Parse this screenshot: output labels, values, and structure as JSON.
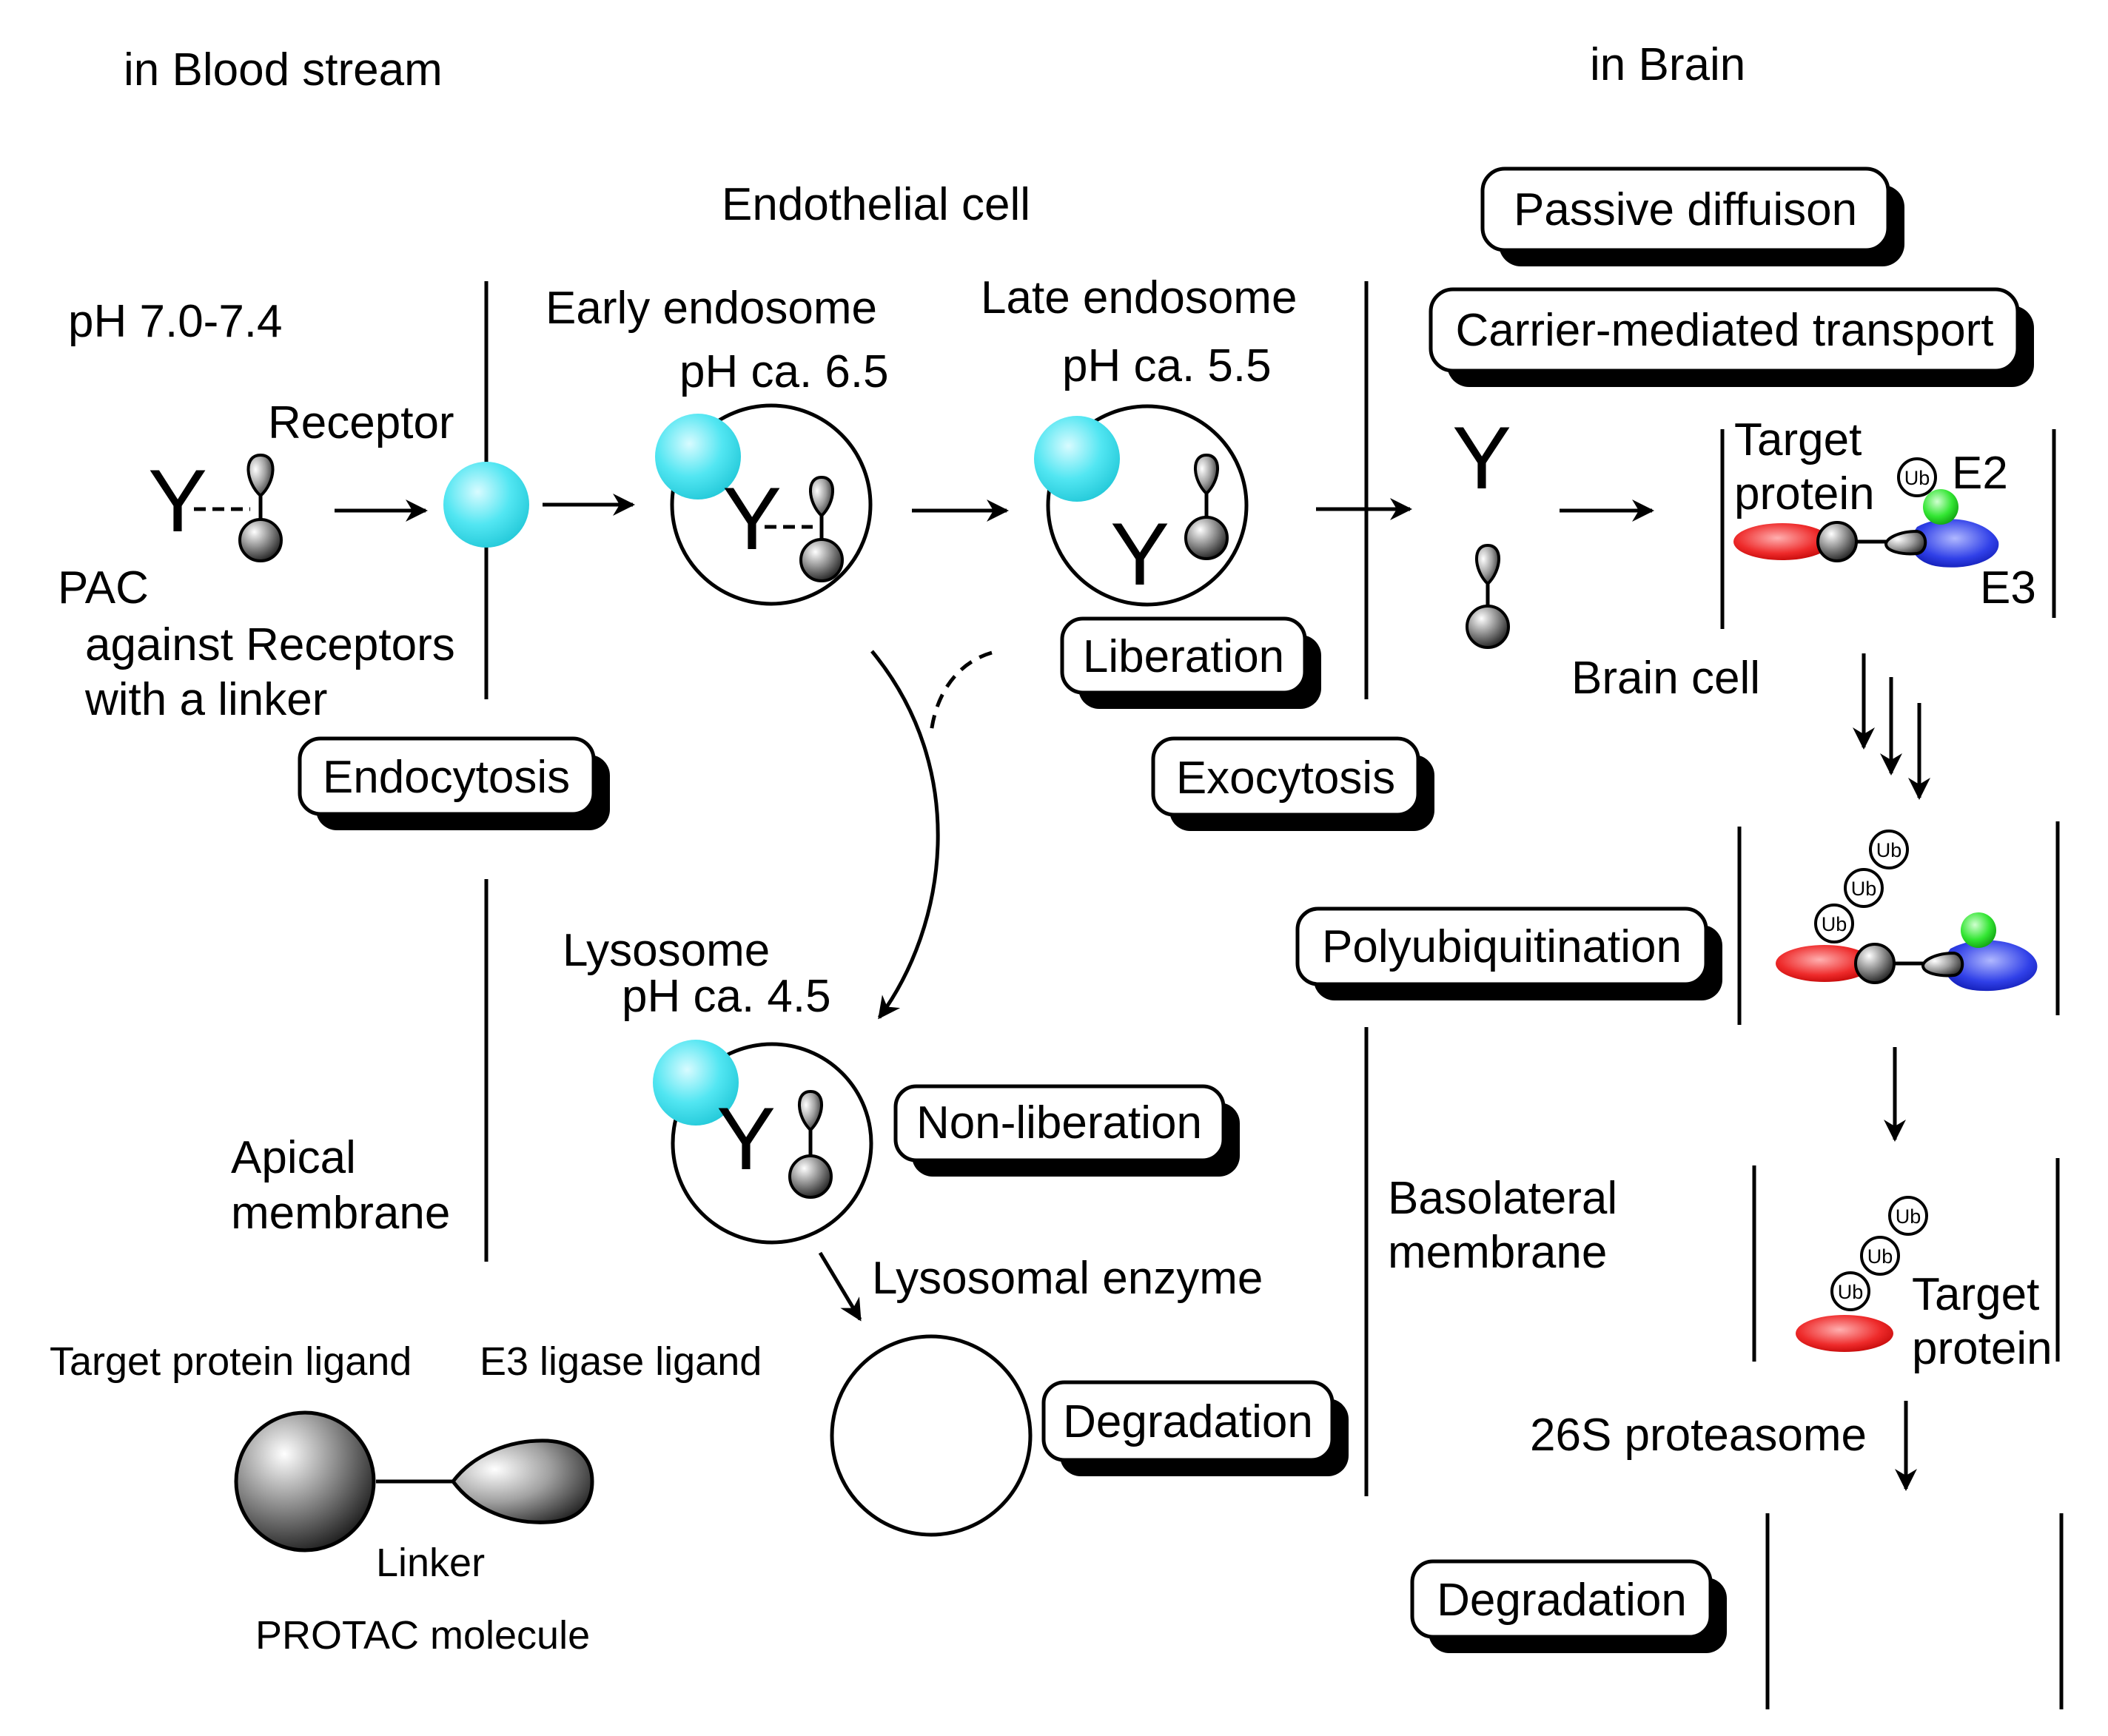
{
  "labels": {
    "blood": "in Blood stream",
    "brain": "in Brain",
    "endothelial": "Endothelial cell",
    "ph_blood": "pH 7.0-7.4",
    "receptor": "Receptor",
    "pac1": "PAC",
    "pac2": "against Receptors",
    "pac3": "with a linker",
    "early_endosome": "Early endosome",
    "ph_early": "pH ca. 6.5",
    "late_endosome": "Late endosome",
    "ph_late": "pH ca. 5.5",
    "lysosome": "Lysosome",
    "ph_lyso": "pH ca. 4.5",
    "lysosomal_enzyme": "Lysosomal enzyme",
    "apical1": "Apical",
    "apical2": "membrane",
    "basolateral1": "Basolateral",
    "basolateral2": "membrane",
    "target_ligand": "Target protein ligand",
    "e3_ligand": "E3 ligase ligand",
    "linker": "Linker",
    "protac": "PROTAC molecule",
    "target1": "Target",
    "target2": "protein",
    "e2": "E2",
    "e3": "E3",
    "brain_cell": "Brain cell",
    "proteasome": "26S proteasome",
    "target_b1": "Target",
    "target_b2": "protein",
    "antibody": "Y",
    "ub": "Ub"
  },
  "boxes": {
    "passive": "Passive diffuison",
    "carrier": "Carrier-mediated transport",
    "endocytosis": "Endocytosis",
    "liberation": "Liberation",
    "exocytosis": "Exocytosis",
    "polyubiquitination": "Polyubiquitination",
    "non_liberation": "Non-liberation",
    "degradation1": "Degradation",
    "degradation2": "Degradation"
  },
  "colors": {
    "receptor": "#3fe0ee",
    "target_protein": "#e8121f",
    "e3": "#1f2fe0",
    "e2": "#33e633"
  }
}
